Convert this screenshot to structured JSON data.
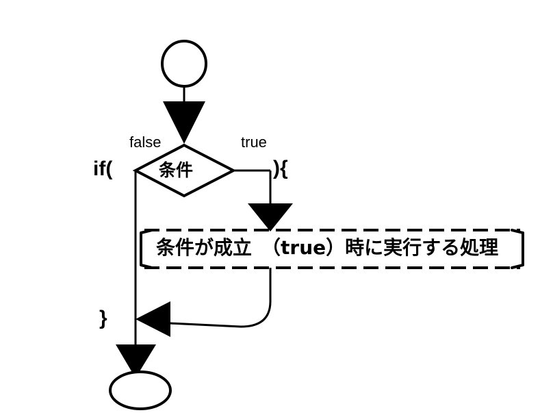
{
  "diagram": {
    "type": "flowchart",
    "subject": "if-statement control flow",
    "background_color": "#ffffff",
    "stroke_color": "#000000",
    "nodes": {
      "start": {
        "shape": "circle",
        "label": ""
      },
      "decision": {
        "shape": "diamond",
        "label": "条件"
      },
      "process": {
        "shape": "dashed-bracket-box",
        "label": "条件が成立　（true）時に実行する処理"
      },
      "end": {
        "shape": "ellipse",
        "label": ""
      }
    },
    "edge_labels": {
      "false": "false",
      "true": "true"
    },
    "code_annotations": {
      "if_open": "if(",
      "if_close": "){",
      "block_close": "}"
    }
  }
}
